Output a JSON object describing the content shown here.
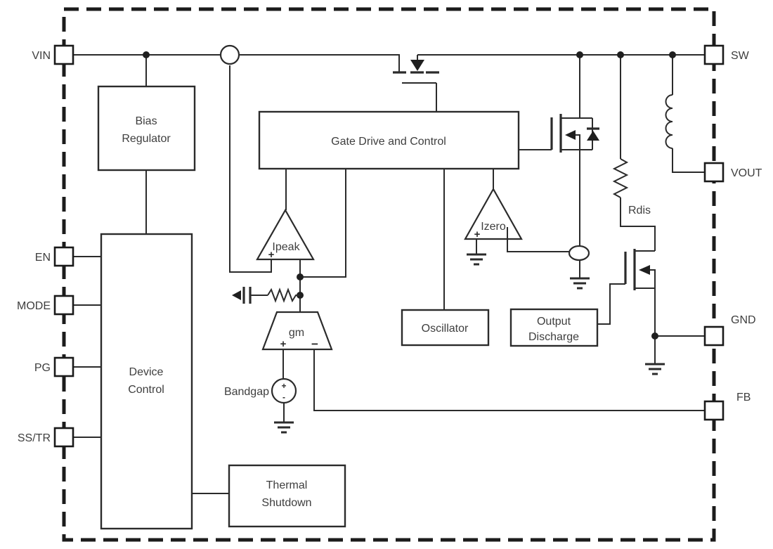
{
  "diagram_type": "ic-functional-block-diagram",
  "pins": {
    "vin": "VIN",
    "en": "EN",
    "mode": "MODE",
    "pg": "PG",
    "sstr": "SS/TR",
    "sw": "SW",
    "vout": "VOUT",
    "gnd": "GND",
    "fb": "FB"
  },
  "blocks": {
    "bias_regulator": {
      "line1": "Bias",
      "line2": "Regulator"
    },
    "device_control": {
      "line1": "Device",
      "line2": "Control"
    },
    "gate_drive": {
      "label": "Gate Drive and Control"
    },
    "oscillator": {
      "label": "Oscillator"
    },
    "output_discharge": {
      "line1": "Output",
      "line2": "Discharge"
    },
    "thermal_shutdown": {
      "line1": "Thermal",
      "line2": "Shutdown"
    }
  },
  "amplifiers": {
    "ipeak": {
      "label": "Ipeak",
      "plus": "+"
    },
    "izero": {
      "label": "Izero",
      "plus": "+"
    },
    "gm": {
      "label": "gm",
      "plus": "+",
      "minus": "−"
    }
  },
  "components": {
    "bandgap": {
      "label": "Bandgap",
      "plus": "+",
      "minus": "-"
    },
    "rdis": {
      "label": "Rdis"
    }
  },
  "colors": {
    "background": "#ffffff",
    "line": "#2b2b2b",
    "text": "#3e3e3e",
    "boundary": "#1c1c1c",
    "fill": "#1f1f1f"
  }
}
